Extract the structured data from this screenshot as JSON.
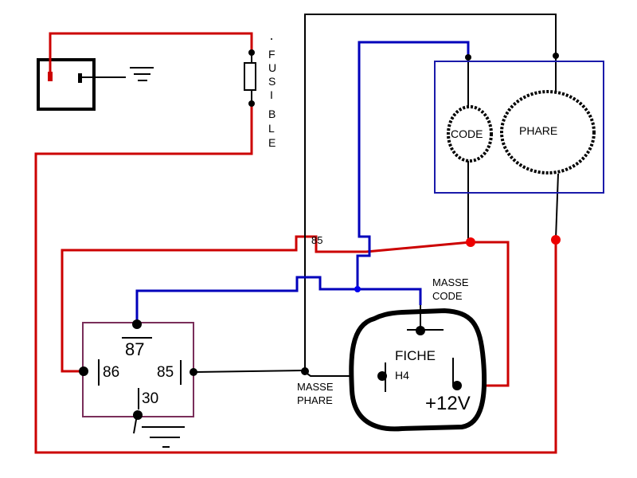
{
  "colors": {
    "power": "#cc0000",
    "signal": "#0000bb",
    "ground": "#000000",
    "headlamp_box": "#1a1aaa",
    "relay_box": "#7a2e5a",
    "dot_red": "#ee0000",
    "dot_blue": "#0000ee"
  },
  "fuse": {
    "letters": [
      "F",
      "U",
      "S",
      "I",
      "B",
      "L",
      "E"
    ]
  },
  "relay": {
    "pin_87": "87",
    "pin_86": "86",
    "pin_85": "85",
    "pin_30": "30"
  },
  "wire_label_85": "85",
  "headlamp": {
    "code_label": "CODE",
    "phare_label": "PHARE"
  },
  "plug": {
    "title": "FICHE",
    "subtitle": "H4",
    "voltage": "+12V"
  },
  "masse_code": {
    "line1": "MASSE",
    "line2": "CODE"
  },
  "masse_phare": {
    "line1": "MASSE",
    "line2": "PHARE"
  }
}
